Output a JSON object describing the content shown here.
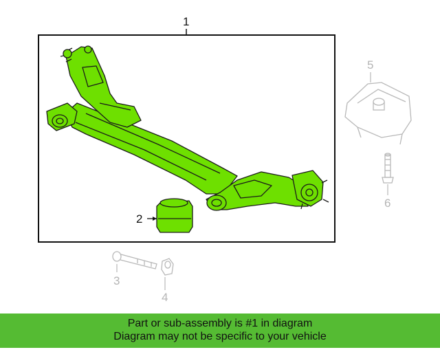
{
  "diagram": {
    "callouts": {
      "c1": "1",
      "c2": "2",
      "c3": "3",
      "c4": "4",
      "c5": "5",
      "c6": "6"
    },
    "colors": {
      "part_fill": "#6ee000",
      "part_outline": "#1a1a1a",
      "ghost_outline": "#b8b8b8",
      "frame": "#111111"
    }
  },
  "banner": {
    "line1": "Part or sub-assembly is #1 in diagram",
    "line2": "Diagram may not be specific to your vehicle",
    "background": "#55bb33"
  }
}
